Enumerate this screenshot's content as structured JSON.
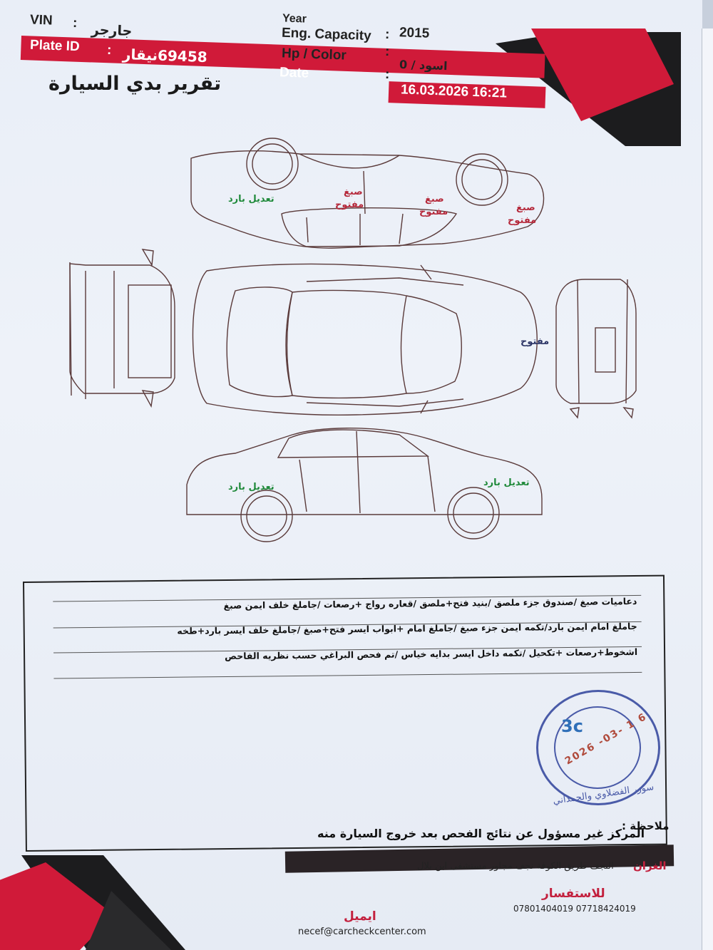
{
  "header": {
    "vin_label": "VIN",
    "vin_value": "جارجر",
    "year_label": "Year",
    "year_value": "",
    "eng_label": "Eng. Capacity",
    "eng_value": "2015",
    "hp_label": "Hp / Color",
    "hp_value": "اسود / 0",
    "plate_label": "Plate ID",
    "plate_value": "69458نيقار",
    "date_label": "Date",
    "date_value": "16.03.2026 16:21",
    "colon": ":"
  },
  "title": "تقرير بدي السيارة",
  "diagram_marks": {
    "top_view_left_green": "تعديل بارد",
    "top_view_paint1": "صبغ",
    "top_view_open1": "مفتوح",
    "top_view_paint2": "صبغ",
    "top_view_open2": "مفتوح",
    "top_view_paint3": "صبغ",
    "top_view_open3": "مفتوح",
    "hood_open": "مفتوح",
    "side_green_left": "تعديل بارد",
    "side_green_right": "تعديل بارد"
  },
  "notes": [
    "دعاميات صبغ /صندوق جزء ملصق /بنيد فتح+ملصق /قعاره رواج +رصعات /جاملغ خلف ايمن صبغ",
    "جاملغ امام ايمن بارد/تكمه ايمن جزء صبغ /جاملغ امام +ابواب ايسر فتح+صبغ /جاملغ خلف ايسر بارد+طخه",
    "اشخوط+رصعات +تكحيل /تكمه داخل ايسر بدايه خياس /تم فحص البراغي حسب نظريه الفاحص"
  ],
  "stamp": {
    "code": "3c",
    "date": "2026 -03- 1 6",
    "ring_text": "سوزر الفضلاوي والحمداني"
  },
  "remark": {
    "label": "ملاحظة :",
    "line1": "المركز غير مسؤول عن نتائج الفحص بعد خروج السيارة منه",
    "line2": ""
  },
  "footer": {
    "city_label": "الغران",
    "address": "النجف طريق الكوفة نجف مجاور مستشفى ابن بلال",
    "inquiry_label": "للاستفسار",
    "phones": "07801404019 07718424019",
    "email_label": "ايميل",
    "email": "necef@carcheckcenter.com"
  },
  "colors": {
    "brand_red": "#d01a39",
    "brand_black": "#1c1c1e",
    "paint_mark": "#b5283a",
    "cold_fix_mark": "#208a3b",
    "stamp_blue": "#4a5ba8"
  }
}
